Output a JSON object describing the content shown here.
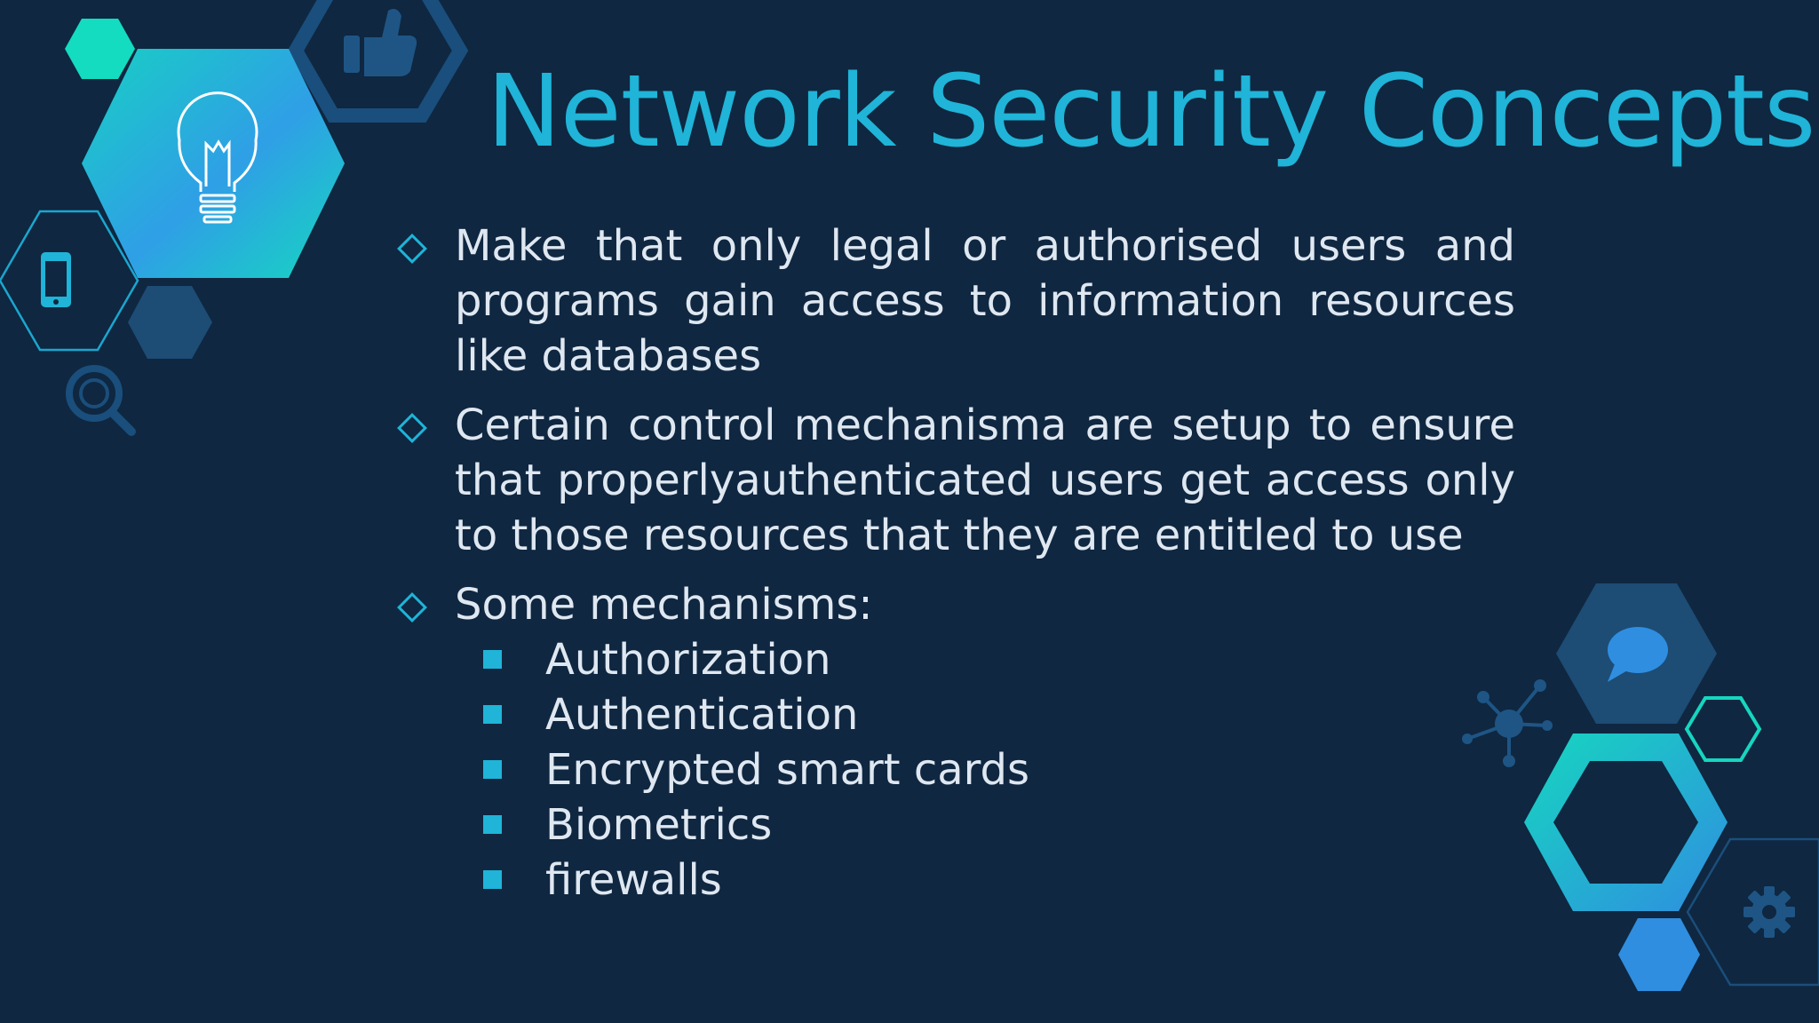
{
  "title": "Network Security Concepts",
  "bullets": [
    {
      "text": "Make that only legal or authorised users and programs gain access to information resources like databases"
    },
    {
      "text": "Certain control mechanisma are setup to ensure that properlyauthenticated users get access only to those resources that they are entitled to use"
    },
    {
      "text": "Some mechanisms:"
    }
  ],
  "sub_items": [
    "Authorization",
    "Authentication",
    "Encrypted smart cards",
    "Biometrics",
    "firewalls"
  ],
  "icons": {
    "top_left": [
      "lightbulb-icon",
      "thumbs-up-icon",
      "smartphone-icon",
      "magnifier-icon"
    ],
    "bottom_right": [
      "chat-bubble-icon",
      "network-nodes-icon",
      "gear-icon"
    ]
  },
  "colors": {
    "background": "#0f2740",
    "title": "#1fb4d8",
    "text": "#dfe7f1",
    "accent_teal": "#16d6c0",
    "accent_blue": "#2f8ee0",
    "hex_dark": "#1c4a73"
  }
}
